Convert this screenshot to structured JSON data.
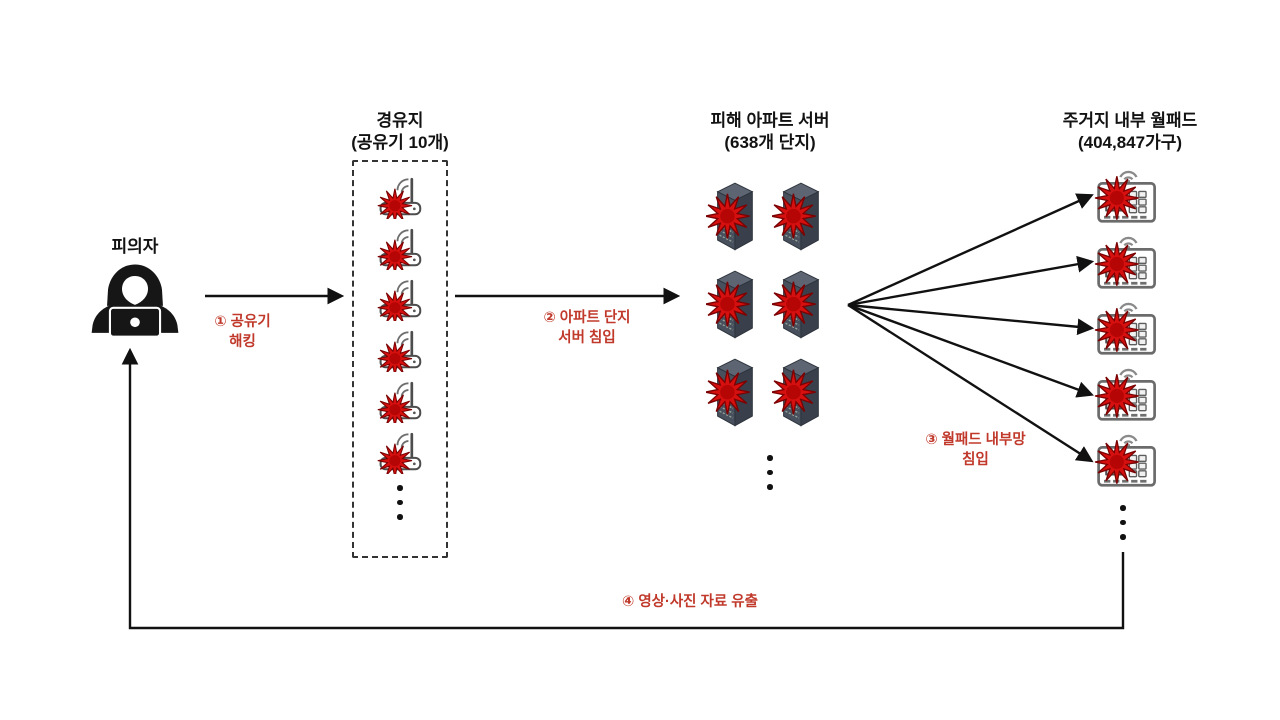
{
  "suspect": {
    "label": "피의자",
    "icon": "hooded-hacker-with-laptop-icon"
  },
  "relay": {
    "title_line1": "경유지",
    "title_line2": "(공유기 10개)",
    "visible_router_icons": 6,
    "icon": "hacked-wifi-router-icon"
  },
  "servers": {
    "title_line1": "피해 아파트 서버",
    "title_line2": "(638개 단지)",
    "visible_server_icons": 6,
    "icon": "hacked-server-tower-icon"
  },
  "wallpads": {
    "title_line1": "주거지 내부 월패드",
    "title_line2": "(404,847가구)",
    "visible_wallpad_icons": 5,
    "icon": "hacked-wallpad-icon"
  },
  "steps": {
    "step1": {
      "line1": "① 공유기",
      "line2": "해킹"
    },
    "step2": {
      "line1": "② 아파트 단지",
      "line2": "서버 침입"
    },
    "step3": {
      "line1": "③ 월패드 내부망",
      "line2": "침입"
    },
    "step4": {
      "line1": "④ 영상·사진 자료 유출"
    }
  },
  "colors": {
    "accent_red": "#c0392b",
    "burst_red": "#d60f0f",
    "line_color": "#111111",
    "background": "#ffffff"
  }
}
